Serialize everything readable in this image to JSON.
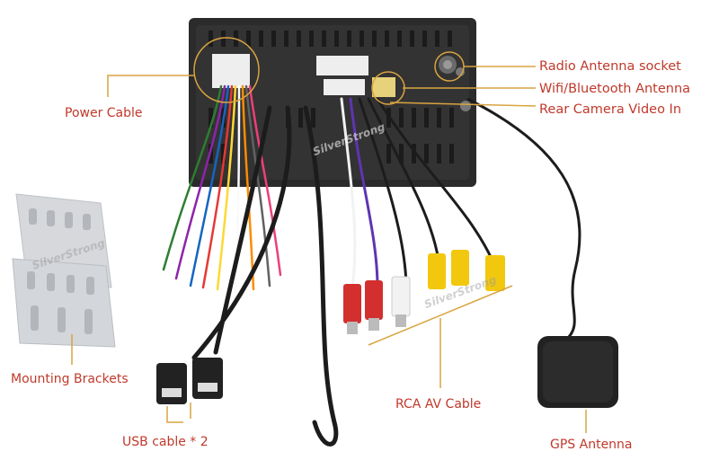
{
  "labels": {
    "radio_antenna": "Radio Antenna socket",
    "wifi_bt_antenna": "Wifi/Bluetooth Antenna",
    "rear_camera": "Rear Camera Video In",
    "power_cable": "Power Cable",
    "mounting_brackets": "Mounting Brackets",
    "rca_av_cable": "RCA AV Cable",
    "usb_cable": "USB cable * 2",
    "gps_antenna": "GPS Antenna"
  },
  "watermark": "SilverStrong",
  "colors": {
    "label": "#c0392b",
    "callout_line": "#d9a441",
    "unit_body": "#2b2b2b",
    "rca_red": "#d32f2f",
    "rca_yellow": "#f2c80f",
    "rca_white": "#f2f2f2",
    "bracket": "#d6d8dc"
  }
}
